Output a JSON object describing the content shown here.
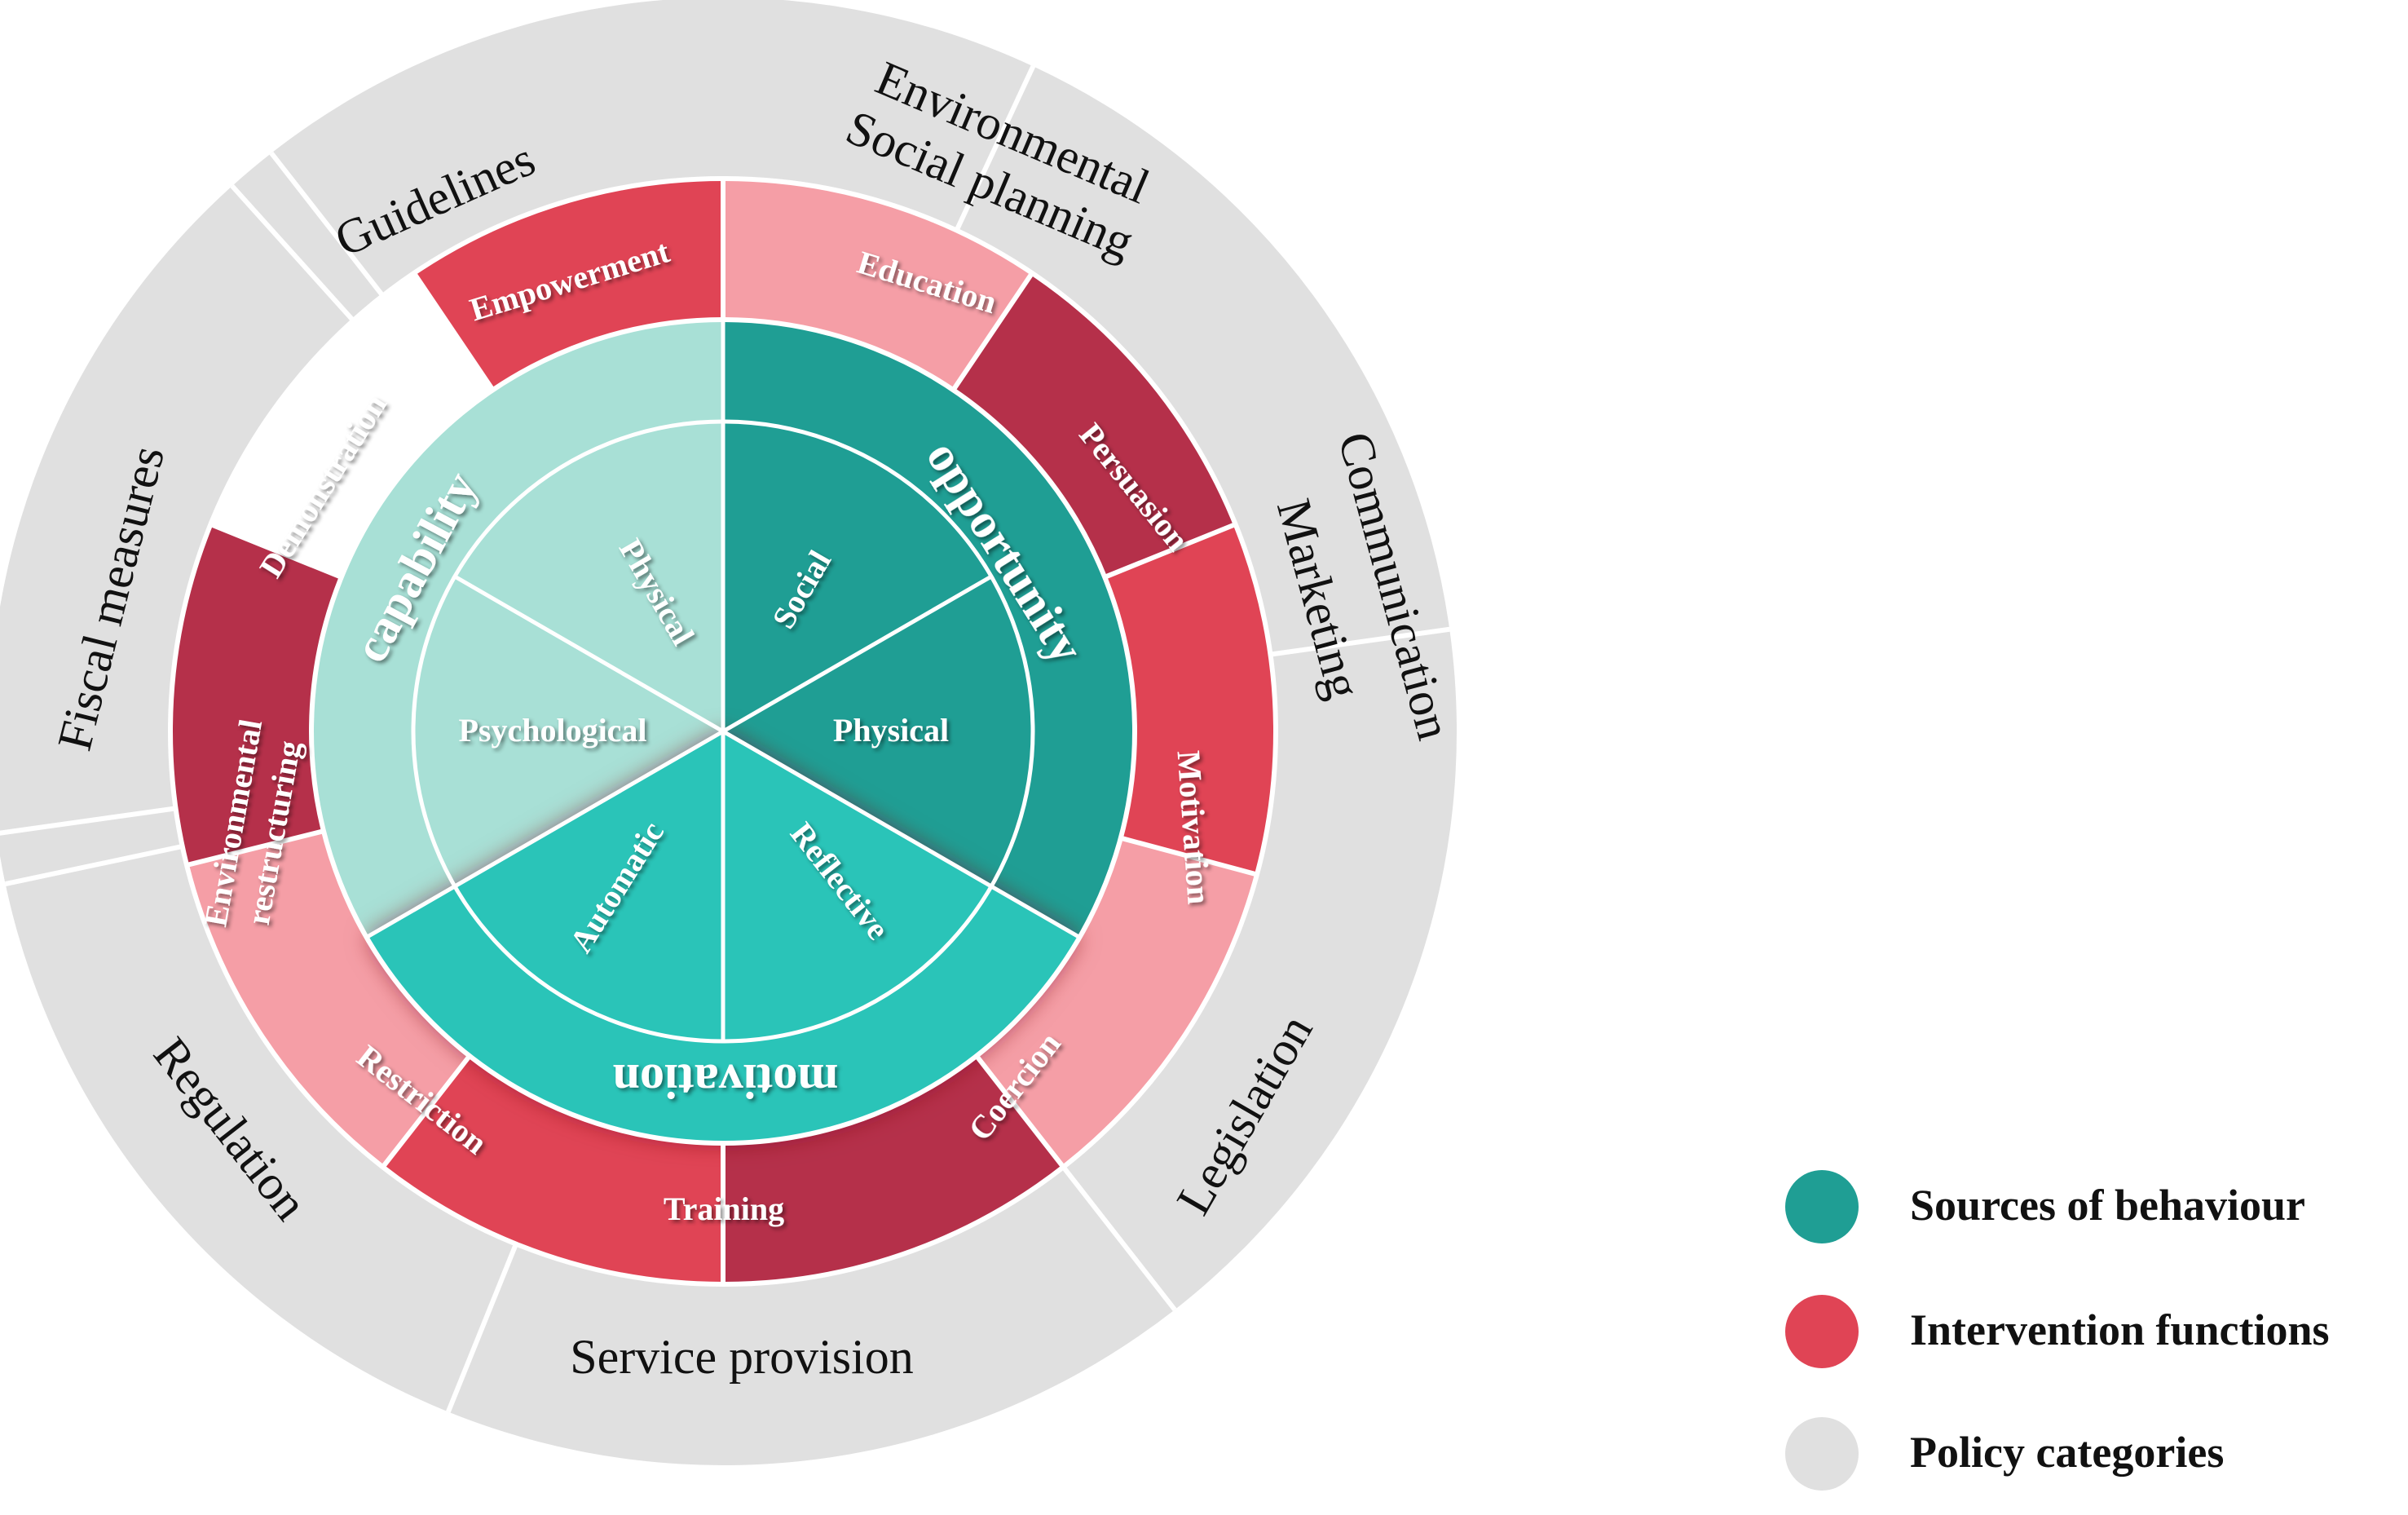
{
  "colors": {
    "capability": "#a8e0d6",
    "opportunity": "#1f9e94",
    "motivation": "#2bc4b8",
    "red_medium": "#e04455",
    "red_dark": "#b5304a",
    "red_light": "#f59ea6",
    "policy": "#e0e0e0",
    "legend_sources": "#1f9e94",
    "legend_interventions": "#e04455",
    "legend_policy": "#e0e0e0"
  },
  "sources": {
    "capability": "capability",
    "opportunity": "opportunity",
    "motivation": "motivation",
    "physical_capability": "Physical",
    "psychological": "Psychological",
    "social": "Social",
    "physical_opportunity": "Physical",
    "reflective": "Reflective",
    "automatic": "Automatic"
  },
  "interventions": {
    "empowerment": "Empowerment",
    "education": "Education",
    "persuasion": "Persuasion",
    "motivation": "Motivation",
    "coercion": "Coercion",
    "training": "Training",
    "restriction": "Restriction",
    "environmental_restructuring_1": "Environmental",
    "environmental_restructuring_2": "restructuring",
    "demonstration": "Demonstration"
  },
  "policies": {
    "guidelines": "Guidelines",
    "environmental_social_planning_1": "Environmental",
    "environmental_social_planning_2": "Social planning",
    "communication_marketing_1": "Communication",
    "communication_marketing_2": "Marketing",
    "legislation": "Legislation",
    "service_provision": "Service provision",
    "regulation": "Regulation",
    "fiscal_measures": "Fiscal measures"
  },
  "legend": {
    "sources": "Sources of behaviour",
    "interventions": "Intervention functions",
    "policy": "Policy categories"
  }
}
